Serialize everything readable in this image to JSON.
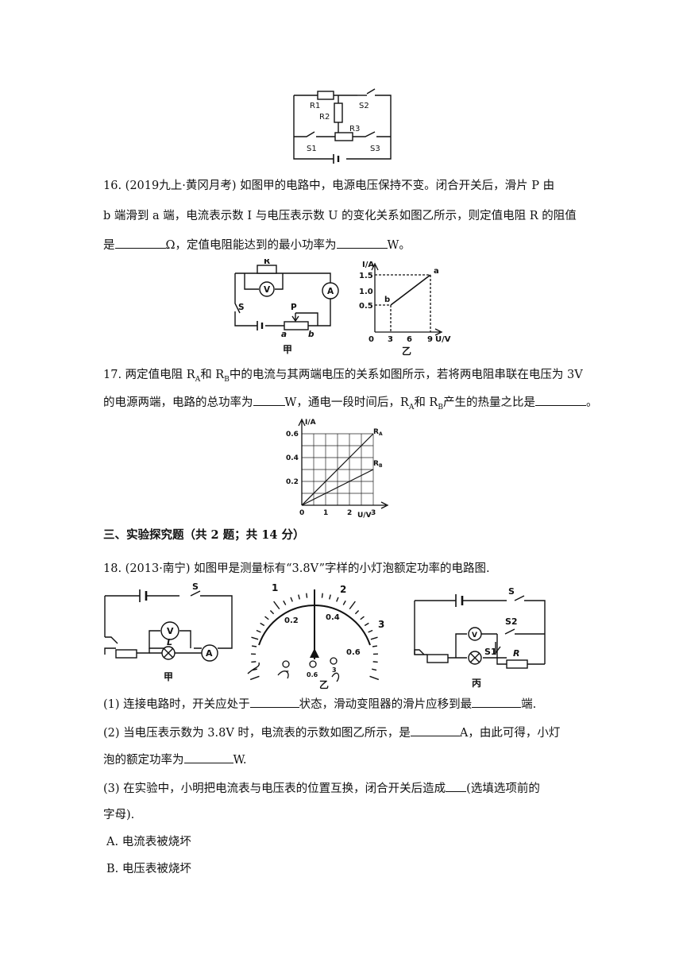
{
  "q15_fig": {
    "r1": "R1",
    "r2": "R2",
    "r3": "R3",
    "s1": "S1",
    "s2": "S2",
    "s3": "S3"
  },
  "q16": {
    "line1": "16. (2019九上·黄冈月考) 如图甲的电路中，电源电压保持不变。闭合开关后，滑片 P 由",
    "line2": "b 端滑到 a 端，电流表示数 I 与电压表示数 U 的变化关系如图乙所示，则定值电阻 R 的阻值",
    "line3a": "是",
    "line3b": "Ω，定值电阻能达到的最小功率为",
    "line3c": "W。",
    "fig_jia": {
      "r": "R",
      "v": "V",
      "a": "A",
      "s": "S",
      "p": "P",
      "pa": "a",
      "pb": "b",
      "caption": "甲"
    },
    "fig_yi": {
      "ylabel": "I/A",
      "xlabel": "U/V",
      "yticks": [
        "1.5",
        "1.0",
        "0.5"
      ],
      "xticks": [
        "0",
        "3",
        "6",
        "9"
      ],
      "pt_a": "a",
      "pt_b": "b",
      "caption": "乙"
    }
  },
  "q17": {
    "line1a": "17. 两定值电阻 R",
    "line1_subA": "A",
    "line1b": "和 R",
    "line1_subB": "B",
    "line1c": "中的电流与其两端电压的关系如图所示，若将两电阻串联在电压为 3V",
    "line2a": "的电源两端，电路的总功率为",
    "line2b": "W，通电一段时间后，R",
    "line2_subA": "A",
    "line2c": "和 R",
    "line2_subB": "B",
    "line2d": "产生的热量之比是",
    "line2e": "。",
    "chart": {
      "ylabel": "I/A",
      "xlabel": "U/V",
      "yticks": [
        "0.6",
        "0.4",
        "0.2"
      ],
      "xticks": [
        "0",
        "1",
        "2",
        "3"
      ],
      "ra": "R",
      "ra_sub": "A",
      "rb": "R",
      "rb_sub": "B"
    }
  },
  "chart_data": {
    "type": "line",
    "xlabel": "U/V",
    "ylabel": "I/A",
    "xlim": [
      0,
      3
    ],
    "ylim": [
      0,
      0.6
    ],
    "series": [
      {
        "name": "RA",
        "x": [
          0,
          3
        ],
        "y": [
          0,
          0.6
        ]
      },
      {
        "name": "RB",
        "x": [
          0,
          3
        ],
        "y": [
          0,
          0.3
        ]
      }
    ],
    "grid": true
  },
  "section3": {
    "title": "三、实验探究题（共 2 题；共 14 分）"
  },
  "q18": {
    "line1": "18. (2013·南宁) 如图甲是测量标有“3.8V”字样的小灯泡额定功率的电路图.",
    "fig_jia": {
      "s": "S",
      "v": "V",
      "l": "L",
      "a": "A",
      "caption": "甲"
    },
    "fig_yi": {
      "t1": "1",
      "t2": "2",
      "t3": "3",
      "t02": "0.2",
      "t04": "0.4",
      "t06": "0.6",
      "minus": "−",
      "term1": "0.6",
      "term2": "3",
      "caption": "乙"
    },
    "fig_bing": {
      "s": "S",
      "s2": "S2",
      "s1": "S1",
      "v": "V",
      "r": "R",
      "caption": "丙"
    },
    "p1a": "(1) 连接电路时，开关应处于",
    "p1b": "状态，滑动变阻器的滑片应移到最",
    "p1c": "端.",
    "p2a": "(2) 当电压表示数为 3.8V 时，电流表的示数如图乙所示，是",
    "p2b": "A，由此可得，小灯",
    "p2c": "泡的额定功率为",
    "p2d": "W.",
    "p3a": "(3) 在实验中，小明把电流表与电压表的位置互换，闭合开关后造成",
    "p3b": "(选填选项前的",
    "p3c": "字母).",
    "optA": "A. 电流表被烧坏",
    "optB": "B. 电压表被烧坏"
  }
}
